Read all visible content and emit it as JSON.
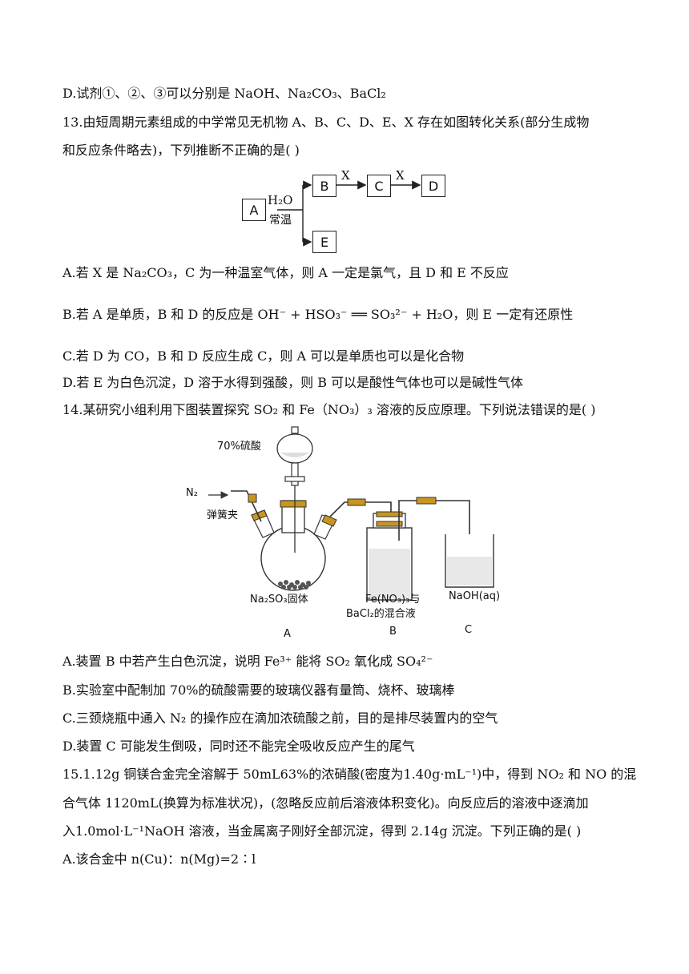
{
  "q12": {
    "optD": "D.试剂①、②、③可以分别是 NaOH、Na₂CO₃、BaCl₂"
  },
  "q13": {
    "stem1": "13.由短周期元素组成的中学常见无机物 A、B、C、D、E、X 存在如图转化关系(部分生成物",
    "stem2": "和反应条件略去)，下列推断不正确的是(    )",
    "diagram": {
      "A": "A",
      "B": "B",
      "C": "C",
      "D": "D",
      "E": "E",
      "water": "H₂O",
      "cond": "常温",
      "x1": "X",
      "x2": "X"
    },
    "optA": "A.若 X 是 Na₂CO₃，C 为一种温室气体，则 A 一定是氯气，且 D 和 E 不反应",
    "optB": "B.若 A 是单质，B 和 D 的反应是 OH⁻ + HSO₃⁻ ══ SO₃²⁻ + H₂O，则 E 一定有还原性",
    "optC": "C.若 D 为 CO，B 和 D 反应生成 C，则 A 可以是单质也可以是化合物",
    "optD": "D.若 E 为白色沉淀，D 溶于水得到强酸，则 B 可以是酸性气体也可以是碱性气体"
  },
  "q14": {
    "stem": "14.某研究小组利用下图装置探究 SO₂ 和 Fe（NO₃）₃ 溶液的反应原理。下列说法错误的是(    )",
    "apparatus": {
      "acid": "70%硫酸",
      "n2": "N₂",
      "clamp": "弹簧夹",
      "solidA": "Na₂SO₃固体",
      "solB1": "Fe(NO₃)₃与",
      "solB2": "BaCl₂的混合液",
      "solC": "NaOH(aq)",
      "labelA": "A",
      "labelB": "B",
      "labelC": "C"
    },
    "optA": "A.装置 B 中若产生白色沉淀，说明 Fe³⁺ 能将 SO₂ 氧化成 SO₄²⁻",
    "optB": "B.实验室中配制加 70%的硫酸需要的玻璃仪器有量筒、烧杯、玻璃棒",
    "optC": "C.三颈烧瓶中通入 N₂ 的操作应在滴加浓硫酸之前，目的是排尽装置内的空气",
    "optD": "D.装置 C 可能发生倒吸，同时还不能完全吸收反应产生的尾气"
  },
  "q15": {
    "stem1": "15.1.12g 铜镁合金完全溶解于 50mL63%的浓硝酸(密度为1.40g·mL⁻¹)中，得到 NO₂ 和 NO 的混",
    "stem2": "合气体 1120mL(换算为标准状况)，(忽略反应前后溶液体积变化)。向反应后的溶液中逐滴加",
    "stem3": "入1.0mol·L⁻¹NaOH 溶液，当金属离子刚好全部沉淀，得到 2.14g 沉淀。下列正确的是(    )",
    "optA": "A.该合金中 n(Cu)：n(Mg)=2∶l"
  }
}
